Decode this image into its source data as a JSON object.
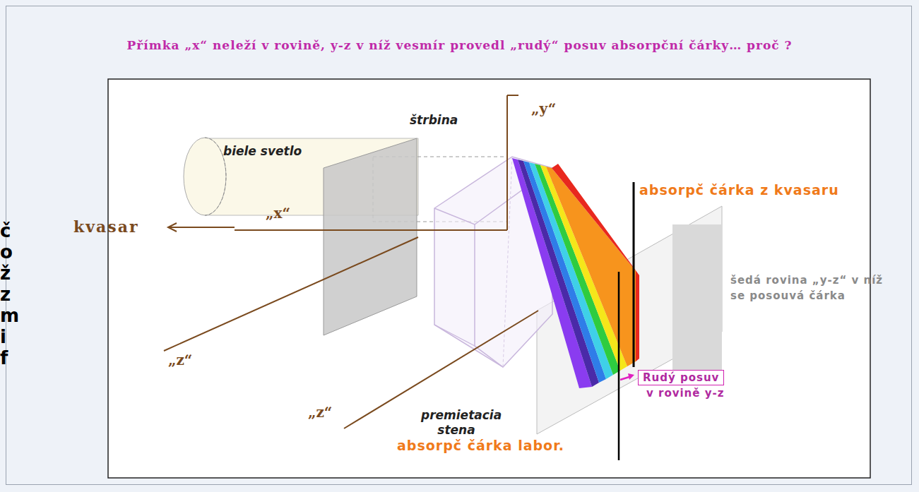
{
  "diagram": {
    "title": "Přímka „x“ neleží v rovině, y-z v níž vesmír provedl „rudý“ posuv absorpční čárky… proč ?",
    "nodes": [
      {
        "text": [
          "Rudý posuv",
          "v rovině y-z"
        ]
      }
    ],
    "labels": [
      "„y“",
      "štrbina",
      "biele svetlo",
      "kvasar",
      "„x“",
      "absorpč čárka z kvasaru",
      "č",
      "o",
      "ž",
      "z",
      "m",
      "i",
      "f",
      "šedá rovina „y-z“ v níž se posouvá čárka",
      "„z“",
      "„z“",
      "premietacia stena",
      "absorpč čárka labor."
    ]
  }
}
